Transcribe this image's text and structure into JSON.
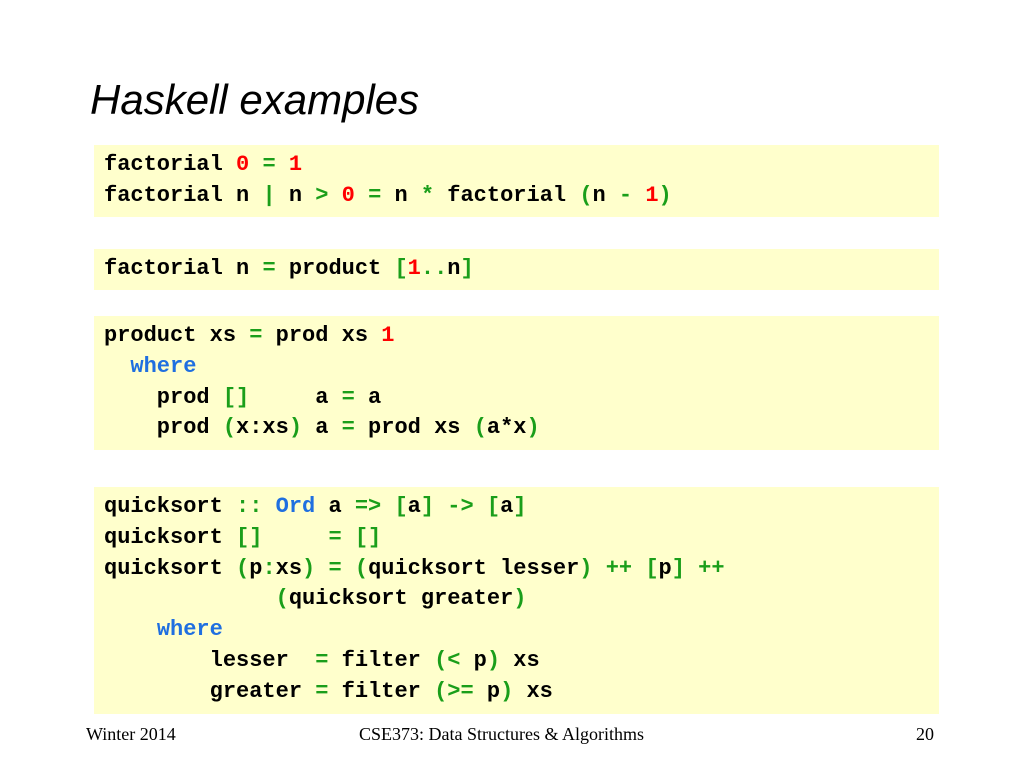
{
  "slide": {
    "title": "Haskell examples",
    "code_blocks": [
      {
        "lines": [
          [
            [
              "factorial ",
              "plain"
            ],
            [
              "0",
              "num"
            ],
            [
              " ",
              "plain"
            ],
            [
              "=",
              "op"
            ],
            [
              " ",
              "plain"
            ],
            [
              "1",
              "num"
            ]
          ],
          [
            [
              "factorial n ",
              "plain"
            ],
            [
              "|",
              "op"
            ],
            [
              " n ",
              "plain"
            ],
            [
              ">",
              "op"
            ],
            [
              " ",
              "plain"
            ],
            [
              "0",
              "num"
            ],
            [
              " ",
              "plain"
            ],
            [
              "=",
              "op"
            ],
            [
              " n ",
              "plain"
            ],
            [
              "*",
              "op"
            ],
            [
              " factorial ",
              "plain"
            ],
            [
              "(",
              "op"
            ],
            [
              "n ",
              "plain"
            ],
            [
              "-",
              "op"
            ],
            [
              " ",
              "plain"
            ],
            [
              "1",
              "num"
            ],
            [
              ")",
              "op"
            ]
          ]
        ]
      },
      {
        "lines": [
          [
            [
              "factorial n ",
              "plain"
            ],
            [
              "=",
              "op"
            ],
            [
              " product ",
              "plain"
            ],
            [
              "[",
              "op"
            ],
            [
              "1",
              "num"
            ],
            [
              "..",
              "op"
            ],
            [
              "n",
              "plain"
            ],
            [
              "]",
              "op"
            ]
          ]
        ]
      },
      {
        "lines": [
          [
            [
              "product xs ",
              "plain"
            ],
            [
              "=",
              "op"
            ],
            [
              " prod xs ",
              "plain"
            ],
            [
              "1",
              "num"
            ]
          ],
          [
            [
              "  ",
              "plain"
            ],
            [
              "where",
              "kw"
            ]
          ],
          [
            [
              "    prod ",
              "plain"
            ],
            [
              "[]",
              "op"
            ],
            [
              "     a ",
              "plain"
            ],
            [
              "=",
              "op"
            ],
            [
              " a",
              "plain"
            ]
          ],
          [
            [
              "    prod ",
              "plain"
            ],
            [
              "(",
              "op"
            ],
            [
              "x:xs",
              "plain"
            ],
            [
              ")",
              "op"
            ],
            [
              " a ",
              "plain"
            ],
            [
              "=",
              "op"
            ],
            [
              " prod xs ",
              "plain"
            ],
            [
              "(",
              "op"
            ],
            [
              "a*x",
              "plain"
            ],
            [
              ")",
              "op"
            ]
          ]
        ]
      },
      {
        "lines": [
          [
            [
              "quicksort ",
              "plain"
            ],
            [
              "::",
              "op"
            ],
            [
              " ",
              "plain"
            ],
            [
              "Ord",
              "kw"
            ],
            [
              " a ",
              "plain"
            ],
            [
              "=>",
              "op"
            ],
            [
              " ",
              "plain"
            ],
            [
              "[",
              "op"
            ],
            [
              "a",
              "plain"
            ],
            [
              "]",
              "op"
            ],
            [
              " ",
              "plain"
            ],
            [
              "->",
              "op"
            ],
            [
              " ",
              "plain"
            ],
            [
              "[",
              "op"
            ],
            [
              "a",
              "plain"
            ],
            [
              "]",
              "op"
            ]
          ],
          [
            [
              "quicksort ",
              "plain"
            ],
            [
              "[]",
              "op"
            ],
            [
              "     ",
              "plain"
            ],
            [
              "=",
              "op"
            ],
            [
              " ",
              "plain"
            ],
            [
              "[]",
              "op"
            ]
          ],
          [
            [
              "quicksort ",
              "plain"
            ],
            [
              "(",
              "op"
            ],
            [
              "p",
              "plain"
            ],
            [
              ":",
              "op"
            ],
            [
              "xs",
              "plain"
            ],
            [
              ")",
              "op"
            ],
            [
              " ",
              "plain"
            ],
            [
              "=",
              "op"
            ],
            [
              " ",
              "plain"
            ],
            [
              "(",
              "op"
            ],
            [
              "quicksort lesser",
              "plain"
            ],
            [
              ")",
              "op"
            ],
            [
              " ",
              "plain"
            ],
            [
              "++",
              "op"
            ],
            [
              " ",
              "plain"
            ],
            [
              "[",
              "op"
            ],
            [
              "p",
              "plain"
            ],
            [
              "]",
              "op"
            ],
            [
              " ",
              "plain"
            ],
            [
              "++",
              "op"
            ]
          ],
          [
            [
              "             ",
              "plain"
            ],
            [
              "(",
              "op"
            ],
            [
              "quicksort greater",
              "plain"
            ],
            [
              ")",
              "op"
            ]
          ],
          [
            [
              "    ",
              "plain"
            ],
            [
              "where",
              "kw"
            ]
          ],
          [
            [
              "        lesser  ",
              "plain"
            ],
            [
              "=",
              "op"
            ],
            [
              " filter ",
              "plain"
            ],
            [
              "(<",
              "op"
            ],
            [
              " p",
              "plain"
            ],
            [
              ")",
              "op"
            ],
            [
              " xs",
              "plain"
            ]
          ],
          [
            [
              "        greater ",
              "plain"
            ],
            [
              "=",
              "op"
            ],
            [
              " filter ",
              "plain"
            ],
            [
              "(>=",
              "op"
            ],
            [
              " p",
              "plain"
            ],
            [
              ")",
              "op"
            ],
            [
              " xs",
              "plain"
            ]
          ]
        ]
      }
    ],
    "footer": {
      "left": "Winter 2014",
      "center": "CSE373: Data Structures & Algorithms",
      "right": "20"
    },
    "colors": {
      "code_background": "#ffffcc",
      "operator": "#1a9e1a",
      "number": "#ff0000",
      "keyword": "#1f6fe0",
      "text": "#000000"
    }
  }
}
